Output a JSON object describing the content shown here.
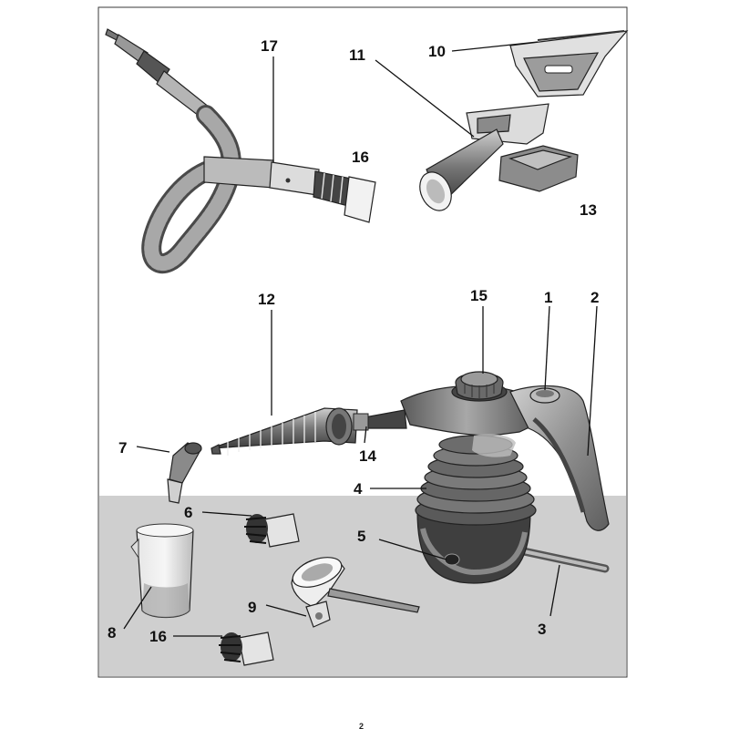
{
  "page_number": "2",
  "callouts": {
    "c1": "1",
    "c2": "2",
    "c3": "3",
    "c4": "4",
    "c5": "5",
    "c6": "6",
    "c7": "7",
    "c8": "8",
    "c9": "9",
    "c10": "10",
    "c11": "11",
    "c12": "12",
    "c13": "13",
    "c14": "14",
    "c15": "15",
    "c16a": "16",
    "c16b": "16",
    "c17": "17"
  },
  "colors": {
    "floor": "#cfcfcf",
    "frame": "#3a3a3a",
    "body_dark": "#6e6e6e",
    "body_mid": "#9a9a9a",
    "body_light": "#c8c8c8"
  }
}
